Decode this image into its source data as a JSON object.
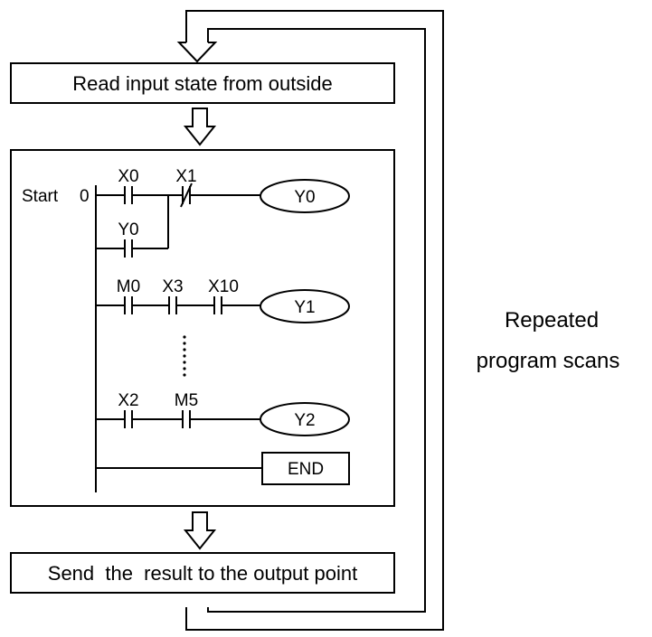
{
  "top_box": {
    "label": "Read input state from outside"
  },
  "bottom_box": {
    "label": "Send  the  result to the output point"
  },
  "side_label": {
    "line1": "Repeated",
    "line2": "program scans"
  },
  "ladder": {
    "start_label": "Start",
    "step_number": "0",
    "rungs": [
      {
        "contacts": [
          "X0",
          "X1"
        ],
        "coil": "Y0"
      },
      {
        "contacts": [
          "Y0"
        ]
      },
      {
        "contacts": [
          "M0",
          "X3",
          "X10"
        ],
        "coil": "Y1"
      },
      {
        "contacts": [
          "X2",
          "M5"
        ],
        "coil": "Y2"
      }
    ],
    "end_label": "END"
  }
}
